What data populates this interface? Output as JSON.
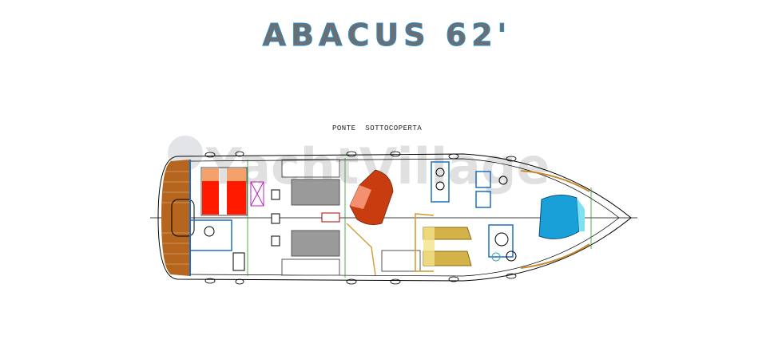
{
  "header": {
    "title": "ABACUS 62'"
  },
  "plan": {
    "subtitle": "PONTE   SOTTOCOPERTA",
    "watermark": "YachtVillage"
  },
  "colors": {
    "teak": "#b5651d",
    "aft_beds": "#ff1a00",
    "aft_pillow": "#f4a16a",
    "sofa": "#c83c10",
    "guest_beds": "#d4b24a",
    "master_bed": "#1aa0d8",
    "bulkhead": "#1f6fc0"
  }
}
